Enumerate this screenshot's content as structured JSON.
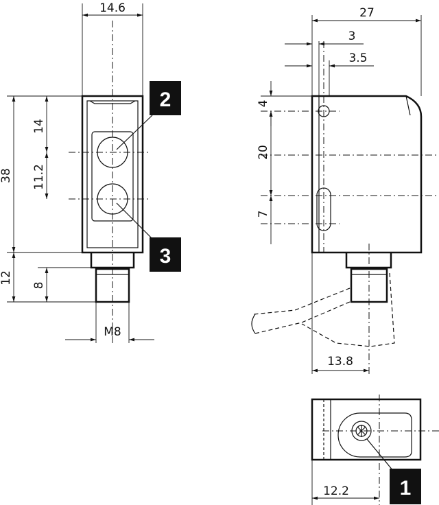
{
  "dimensions": {
    "front_width": "14.6",
    "front_height": "38",
    "front_upper_offset": "14",
    "front_lens_spacing": "11.2",
    "connector_length": "12",
    "connector_thread_length": "8",
    "thread_size": "M8",
    "side_depth": "27",
    "side_offset_a": "3",
    "side_offset_b": "3.5",
    "side_hole_offset": "4",
    "side_hole_spacing": "20",
    "side_slot_length": "7",
    "side_connector_offset": "13.8",
    "top_connector_offset": "12.2"
  },
  "callouts": {
    "c1": "1",
    "c2": "2",
    "c3": "3"
  }
}
